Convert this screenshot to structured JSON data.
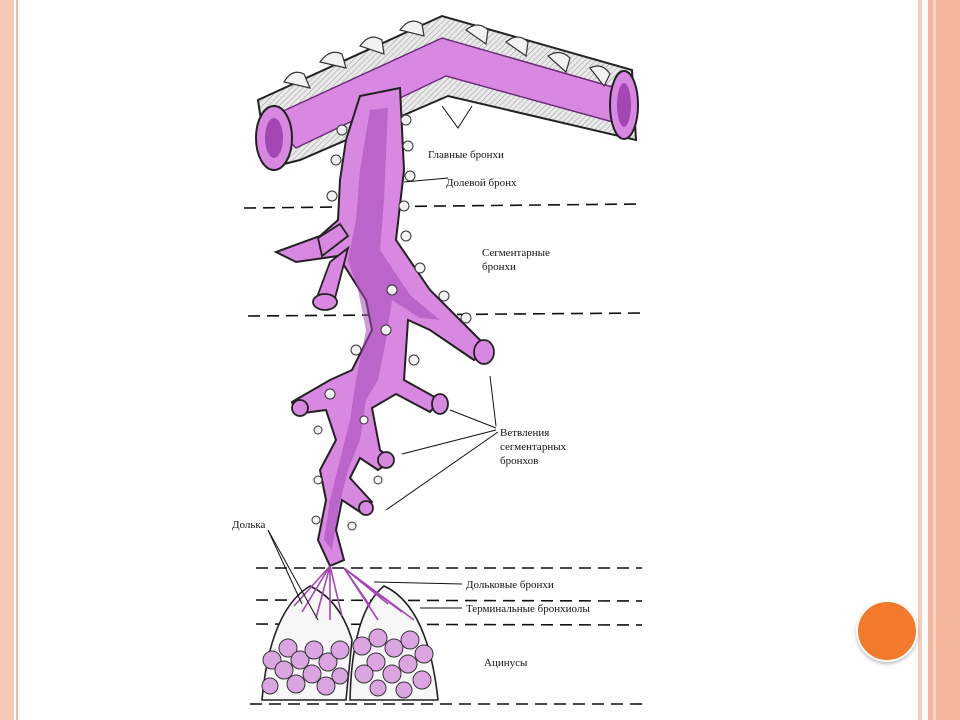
{
  "labels": {
    "main_bronchi": "Главные бронхи",
    "lobar_bronchus": "Долевой бронх",
    "segmental_bronchi_line1": "Сегментарные",
    "segmental_bronchi_line2": "бронхи",
    "branches_line1": "Ветвления",
    "branches_line2": "сегментарных",
    "branches_line3": "бронхов",
    "lobule": "Долька",
    "lobular_bronchi": "Дольковые бронхи",
    "terminal_bronchioles": "Терминальные бронхиолы",
    "acini": "Ацинусы"
  },
  "colors": {
    "lumen": "#d988e2",
    "lumen_dark": "#a347b5",
    "wall": "#f2f2f2",
    "frame": "#f3b59c",
    "accent_dot": "#f47a2b"
  }
}
